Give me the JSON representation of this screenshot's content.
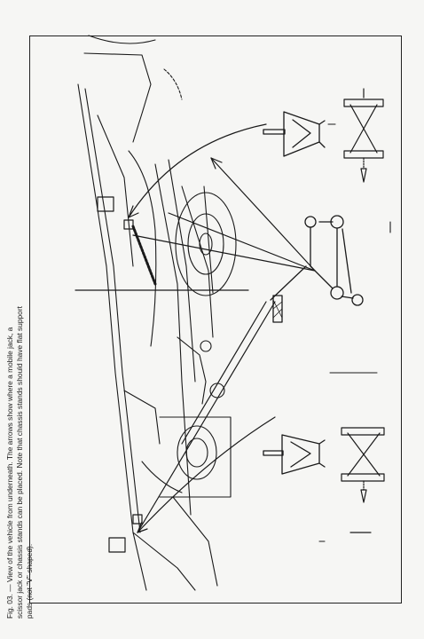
{
  "figure": {
    "caption_lines": [
      "Fig. 03. — View of the vehicle from underneath. The arrows show where a mobile jack, a",
      "scissor jack or chassis stands can be placed. Note that chassis stands should have flat support",
      "pads (not \"V\"-shaped)."
    ],
    "ink_color": "#1a1a1a",
    "paper_color": "#f6f6f4",
    "tools_shown": [
      "chassis-stand",
      "scissor-jack",
      "mobile-jack",
      "chassis-stand",
      "scissor-jack"
    ]
  }
}
